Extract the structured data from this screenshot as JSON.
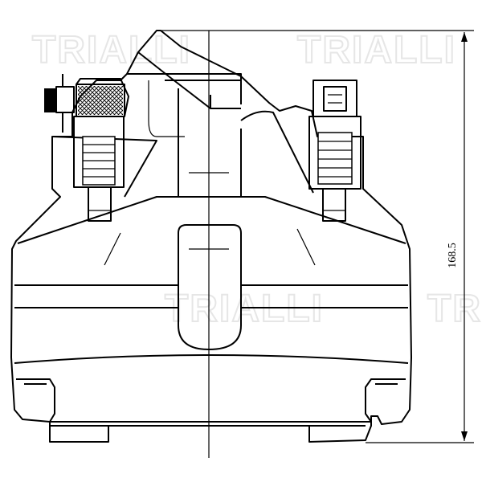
{
  "watermark": {
    "text": "TRIALLI"
  },
  "dimension": {
    "height_label": "168.5"
  },
  "icons": {
    "main": "brake-caliper-drawing"
  }
}
